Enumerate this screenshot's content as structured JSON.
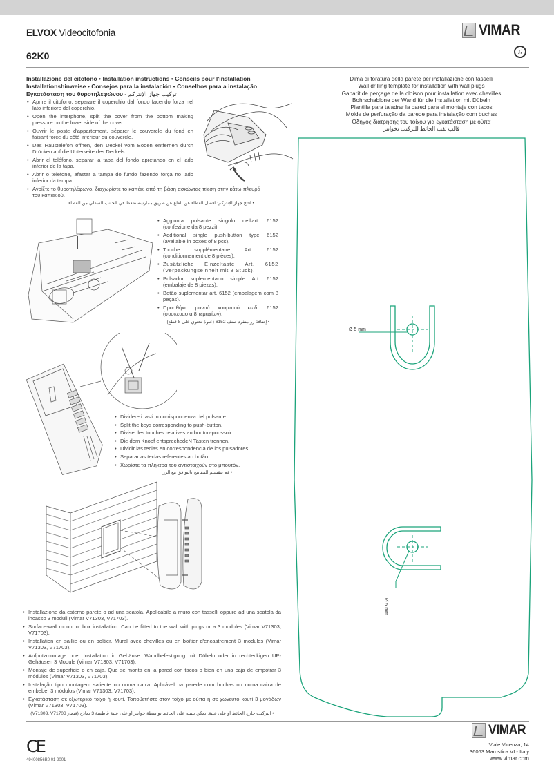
{
  "header": {
    "brand_bold": "ELVOX",
    "brand_light": "Videocitofonia",
    "logo_text": "VIMAR",
    "model": "62K0",
    "disposal_icon": "weee-recycling-icon"
  },
  "section_heading": {
    "line1": "Installazione del citofono  • Installation instructions • Conseils pour l'installation",
    "line2": "Installationshinweise • Consejos para la instalación • Conselhos para a instalação",
    "line3_greek": "Εγκατάσταση του θυροτηλεφώνου - ",
    "line3_arabic": "تركيب جهاز الإنتركم"
  },
  "step1_open_cover": {
    "items": [
      "Aprire il citofono, separare il coperchio dal fondo facendo forza nel lato inferiore del coperchio.",
      "Open the interphone, split the cover from the bottom making pressure on the lower side of the cover.",
      "Ouvrir le poste d'appartement, séparer le couvercle du fond en faisant force du côté inférieur du couvercle.",
      "Das Haustelefon öffnen, den Deckel vom Boden entfernen durch Drücken auf die Unterseite des Deckels.",
      "Abrir el teléfono, separar la tapa del fondo apretando en el lado inferior de la tapa.",
      "Abrir o telefone, afastar a tampa do fundo fazendo força no lado inferior da tampa.",
      "Ανοίξτε το θυροτηλέφωνο, διαχωρίστε το καπάκι από τη βάση ασκώντας πίεση στην κάτω πλευρά του καπακιού."
    ],
    "arabic": "• افتح جهاز الإنتركم؛ افصل الغطاء عن القاع عن طريق ممارسة ضغط في الجانب السفلي من الغطاء."
  },
  "step2_add_button": {
    "items": [
      "Aggiunta pulsante singolo dell'art. 6152 (confezione da 8 pezzi).",
      "Additional single push-button type 6152 (available in boxes of 8 pcs).",
      "Touche supplémentaire Art. 6152 (conditionnement de 8 pièces).",
      "Zusätzliche Einzeltaste Art. 6152 (Verpackungseinheit mit 8 Stück).",
      "Pulsador suplementario simple Art. 6152 (embalaje de 8 piezas).",
      "Botão suplementar art. 6152 (embalagem com 8 peças).",
      "Προσθήκη μονού κουμπιού κωδ. 6152 (συσκευασία 8 τεμαχίων)."
    ],
    "arabic": "• إضافة زر منفرد صنف 6152 (عبوة تحتوي على 8 قطع)."
  },
  "step3_split_keys": {
    "items": [
      "Dividere i tasti in corrispondenza del pulsante.",
      "Split the keys corresponding to push-button.",
      "Diviser les touches relatives au bouton-poussoir.",
      "Die dem Knopf entsprechedeN Tasten trennen.",
      "Dividir las teclas en correspondencia de los pulsadores.",
      "Separar as teclas referentes ao botão.",
      "Χωρίστε τα πλήκτρα του αντιστοιχούν στο μπουτόν."
    ],
    "arabic": "• قم بتقسيم المفاتيح بالتوافق مع الزر."
  },
  "step4_mounting": {
    "items": [
      "Installazione da esterno parete o ad una scatola. Applicabile a muro con tasselli oppure ad una scatola da incasso 3 moduli (Vimar V71303, V71703).",
      "Surface-wall mount or box installation. Can be fitted to the wall with plugs or a 3 modules (Vimar V71303, V71703).",
      "Installation en saillie ou en boîtier. Mural avec chevilles ou en boîtier d'encastrement 3 modules (Vimar V71303, V71703).",
      "Aufputzmontage oder Installation in Gehäuse. Wandbefestigung mit Dübeln oder in rechteckigen UP-Gehäusen 3 Module (Vimar V71303, V71703).",
      "Montaje de superficie o en caja. Que se monta en la pared con tacos o bien en una caja de empotrar 3 módulos (Vimar V71303, V71703).",
      "Instalação tipo montagem saliente ou numa caixa. Aplicável na parede com buchas ou numa caixa de embeber 3 módulos (Vimar V71303, V71703).",
      "Εγκατάσταση σε εξωτερικό τοίχο ή κουτί. Τοποθετήστε στον τοίχο με ούπα ή σε χωνευτό κουτί 3 μονάδων (Vimar V71303, V71703)."
    ],
    "arabic": "• التركيب خارج الحائط أو على علبة. يمكن تثبيته على الحائط بواسطة خوابير أو على علبة غاطسة 3 نماذج (فيمار V71303, V71703)."
  },
  "drilling_template": {
    "caption": [
      "Dima di foratura della parete per installazione con tasselli",
      "Wall drilling template for installation with wall plugs",
      "Gabarit de perçage de la cloison pour installation avec chevilles",
      "Bohrschablone der Wand für die Installation mit Dübeln",
      "Plantilla para taladrar la pared para el montaje con tacos",
      "Molde de perfuração da parede para instalação com buchas",
      "Οδηγός διάτρησης του τοίχου για εγκατάσταση με ούπα"
    ],
    "caption_arabic": "قالب ثقب الحائط للتركيب بخوابير",
    "hole_upper_label": "Ø 5 mm",
    "hole_lower_label": "Ø 5 mm",
    "line_color": "#1aa37a"
  },
  "footer": {
    "ce_mark": "CE",
    "doc_code": "49400856B0  01  2001",
    "logo_text": "VIMAR",
    "address_line1": "Viale Vicenza, 14",
    "address_line2": "36063 Marostica VI - Italy",
    "website": "www.vimar.com"
  }
}
